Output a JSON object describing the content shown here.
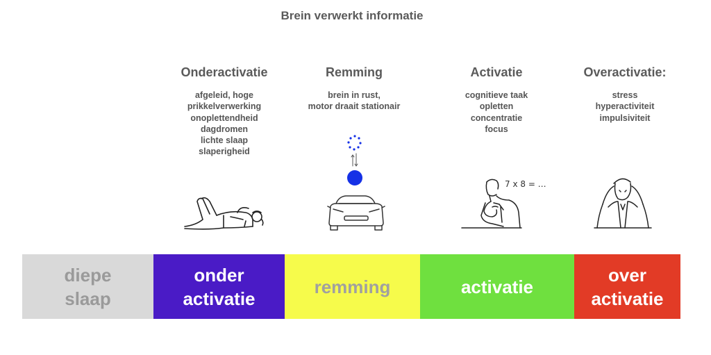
{
  "title": "Brein verwerkt informatie",
  "columns": [
    {
      "heading": "Onderactivatie",
      "lines": [
        "afgeleid, hoge",
        "prikkelverwerking",
        "onoplettendheid",
        "dagdromen",
        "lichte slaap",
        "slaperigheid"
      ],
      "illustration": "person-lying-icon"
    },
    {
      "heading": "Remming",
      "lines": [
        "brein in rust,",
        "motor draait stationair"
      ],
      "illustration": "car-icon"
    },
    {
      "heading": "Activatie",
      "lines": [
        "cognitieve taak",
        "opletten",
        "concentratie",
        "focus"
      ],
      "illustration": "thinking-person-icon",
      "illustration_text": "7 x 8 = …"
    },
    {
      "heading": "Overactivatie:",
      "lines": [
        "stress",
        "hyperactiviteit",
        "impulsiviteit"
      ],
      "illustration": "stressed-person-icon"
    }
  ],
  "scale": [
    {
      "line1": "diepe",
      "line2": "slaap",
      "bg": "#d9d9d9",
      "fg": "#9a9a9a"
    },
    {
      "line1": "onder",
      "line2": "activatie",
      "bg": "#4a1bc6",
      "fg": "#ffffff"
    },
    {
      "line1": "remming",
      "line2": "",
      "bg": "#f6fb4b",
      "fg": "#a0a0a0"
    },
    {
      "line1": "activatie",
      "line2": "",
      "bg": "#6fe03f",
      "fg": "#ffffff"
    },
    {
      "line1": "over",
      "line2": "activatie",
      "bg": "#e23b26",
      "fg": "#ffffff"
    }
  ],
  "colors": {
    "idle_ball": "#1531e6",
    "idle_dots": "#1531e6"
  }
}
